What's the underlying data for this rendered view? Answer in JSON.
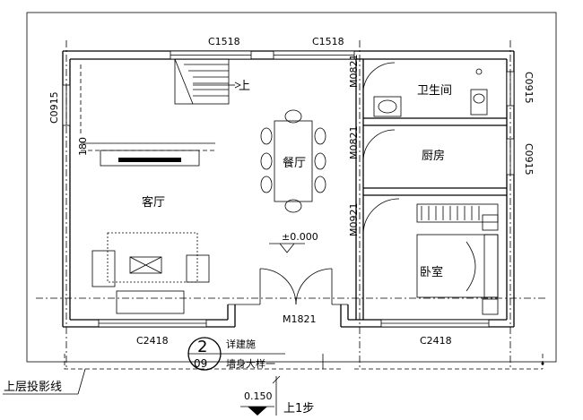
{
  "rooms": {
    "living": "客厅",
    "dining": "餐厅",
    "bathroom": "卫生间",
    "kitchen": "厨房",
    "bedroom": "卧室"
  },
  "windows": {
    "top_left": "C1518",
    "top_right": "C1518",
    "left": "C0915",
    "right_upper": "C0915",
    "right_lower": "C0915",
    "bottom_left": "C2418",
    "bottom_right": "C2418"
  },
  "doors": {
    "bath": "M0821",
    "kitchen": "M0821",
    "bedroom": "M0921",
    "entrance": "M1821"
  },
  "levels": {
    "floor": "±0.000",
    "outside": "0.150"
  },
  "stairs": {
    "up_label": "上"
  },
  "notes": {
    "step_label": "上1步",
    "upper_projection": "上层投影线",
    "detail_ref_line1": "详建施",
    "detail_ref_line2": "墙身大样一",
    "detail_num": "2",
    "detail_sheet": "09",
    "tv_height": "180"
  }
}
